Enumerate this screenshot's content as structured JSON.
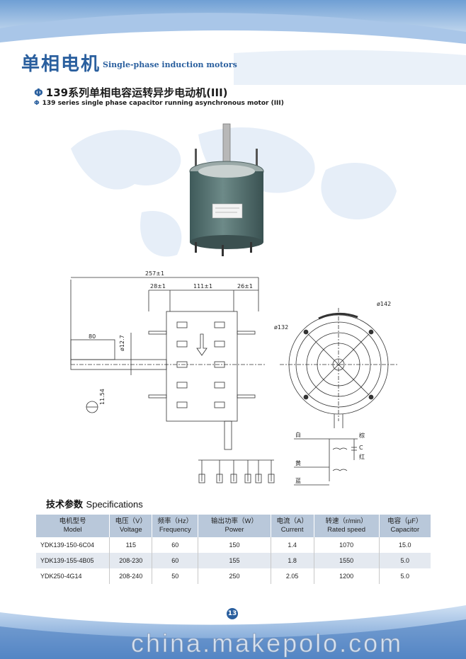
{
  "header": {
    "title_cn": "单相电机",
    "title_en": "Single-phase induction motors"
  },
  "subtitle": {
    "symbol": "Φ",
    "cn": "139系列单相电容运转异步电动机(III)",
    "en": "139 series single phase capacitor running asynchronous motor (III)"
  },
  "drawing": {
    "dim_total": "257±1",
    "dim_left": "28±1",
    "dim_mid": "111±1",
    "dim_right": "26±1",
    "dim_shaft_len": "80",
    "dim_shaft_dia": "ø12.7",
    "dim_flat": "11.54",
    "dim_d132": "ø132",
    "dim_d142": "ø142",
    "wire_white": "白",
    "wire_yellow": "黄",
    "wire_blue": "蓝",
    "wire_brown": "棕",
    "wire_red": "红",
    "cap_label": "C"
  },
  "specs": {
    "title_cn": "技术参数",
    "title_en": "Specifications",
    "columns": [
      {
        "cn": "电机型号",
        "en": "Model"
      },
      {
        "cn": "电压（V）",
        "en": "Voltage"
      },
      {
        "cn": "频率（Hz）",
        "en": "Frequency"
      },
      {
        "cn": "输出功率（W）",
        "en": "Power"
      },
      {
        "cn": "电流（A）",
        "en": "Current"
      },
      {
        "cn": "转速（r/min）",
        "en": "Rated speed"
      },
      {
        "cn": "电容（μF）",
        "en": "Capacitor"
      }
    ],
    "rows": [
      [
        "YDK139-150-6C04",
        "115",
        "60",
        "150",
        "1.4",
        "1070",
        "15.0"
      ],
      [
        "YDK139-155-4B05",
        "208-230",
        "60",
        "155",
        "1.8",
        "1550",
        "5.0"
      ],
      [
        "YDK250-4G14",
        "208-240",
        "50",
        "250",
        "2.05",
        "1200",
        "5.0"
      ]
    ]
  },
  "footer": {
    "page_number": "13",
    "watermark": "china.makepolo.com"
  },
  "colors": {
    "brand_blue": "#2a5f9e",
    "table_header": "#b9c8da"
  }
}
